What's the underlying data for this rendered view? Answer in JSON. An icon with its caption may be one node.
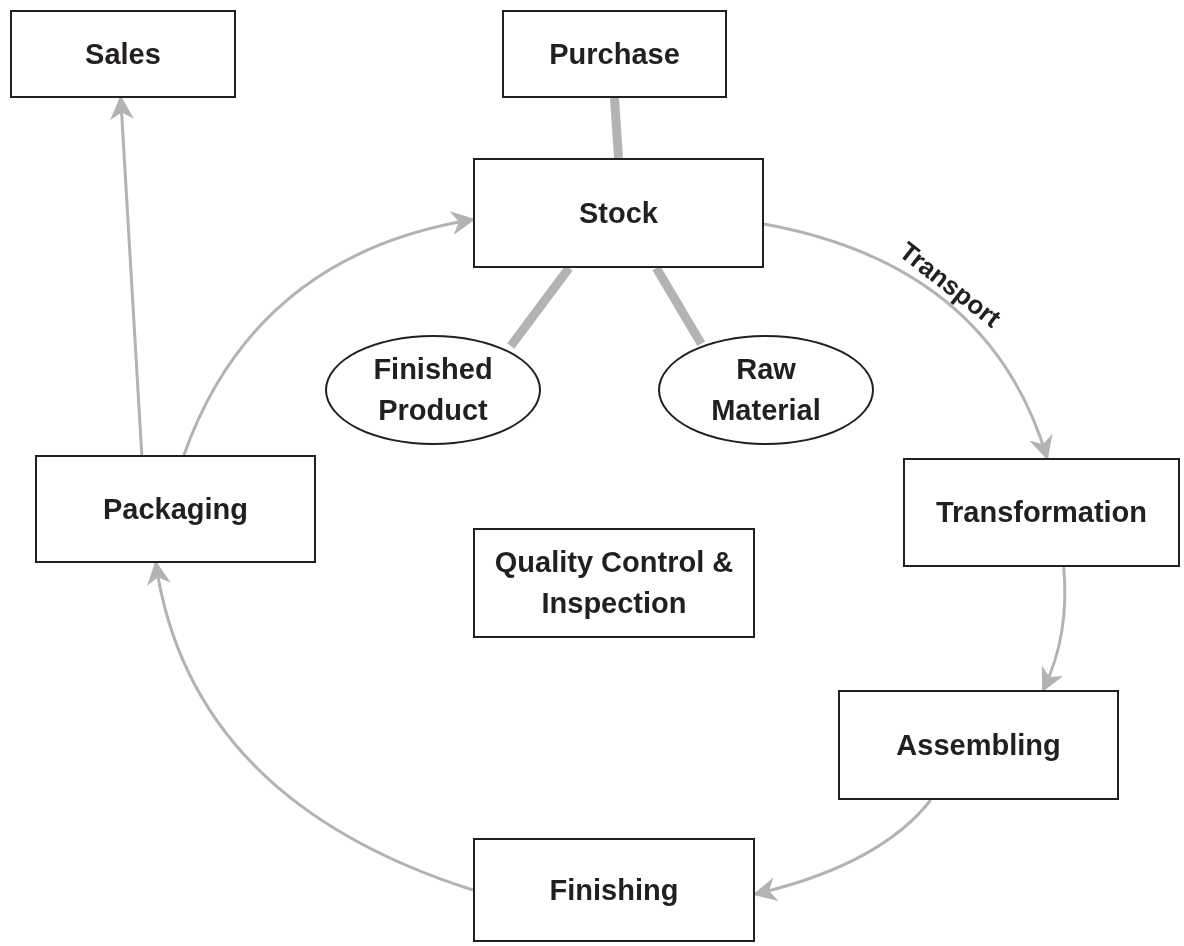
{
  "diagram": {
    "nodes": [
      {
        "text": [
          "Sales"
        ]
      },
      {
        "text": [
          "Purchase"
        ]
      },
      {
        "text": [
          "Stock"
        ]
      },
      {
        "text": [
          "Finished Product"
        ]
      },
      {
        "text": [
          "Raw Material"
        ]
      },
      {
        "text": [
          "Packaging"
        ]
      },
      {
        "text": [
          "Transformation"
        ]
      },
      {
        "text": [
          "Quality Control & Inspection"
        ]
      },
      {
        "text": [
          "Assembling"
        ]
      },
      {
        "text": [
          "Finishing"
        ]
      }
    ],
    "edges": [
      {
        "from": 1,
        "to": 2,
        "arrow": "none",
        "style": "thick"
      },
      {
        "from": 2,
        "to": 3,
        "arrow": "none",
        "style": "thick"
      },
      {
        "from": 2,
        "to": 4,
        "arrow": "none",
        "style": "thick"
      },
      {
        "from": 2,
        "to": 6,
        "arrow": "to",
        "label": "Transport"
      },
      {
        "from": 6,
        "to": 8,
        "arrow": "to"
      },
      {
        "from": 8,
        "to": 9,
        "arrow": "to"
      },
      {
        "from": 9,
        "to": 5,
        "arrow": "to"
      },
      {
        "from": 5,
        "to": 2,
        "arrow": "to"
      },
      {
        "from": 5,
        "to": 0,
        "arrow": "to"
      }
    ]
  }
}
